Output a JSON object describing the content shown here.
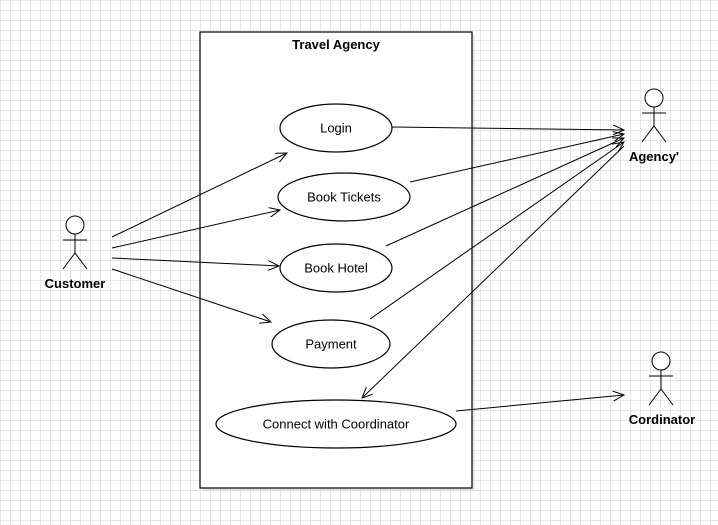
{
  "system": {
    "title": "Travel Agency"
  },
  "actors": {
    "customer": "Customer",
    "agency": "Agency'",
    "coordinator": "Cordinator"
  },
  "use_cases": {
    "login": "Login",
    "book_tickets": "Book Tickets",
    "book_hotel": "Book Hotel",
    "payment": "Payment",
    "connect_coordinator": "Connect with Coordinator"
  },
  "colors": {
    "line": "#000000",
    "fill": "#ffffff",
    "grid": "#e6e6e6",
    "boundary_shadow": "#bfbfbf"
  }
}
